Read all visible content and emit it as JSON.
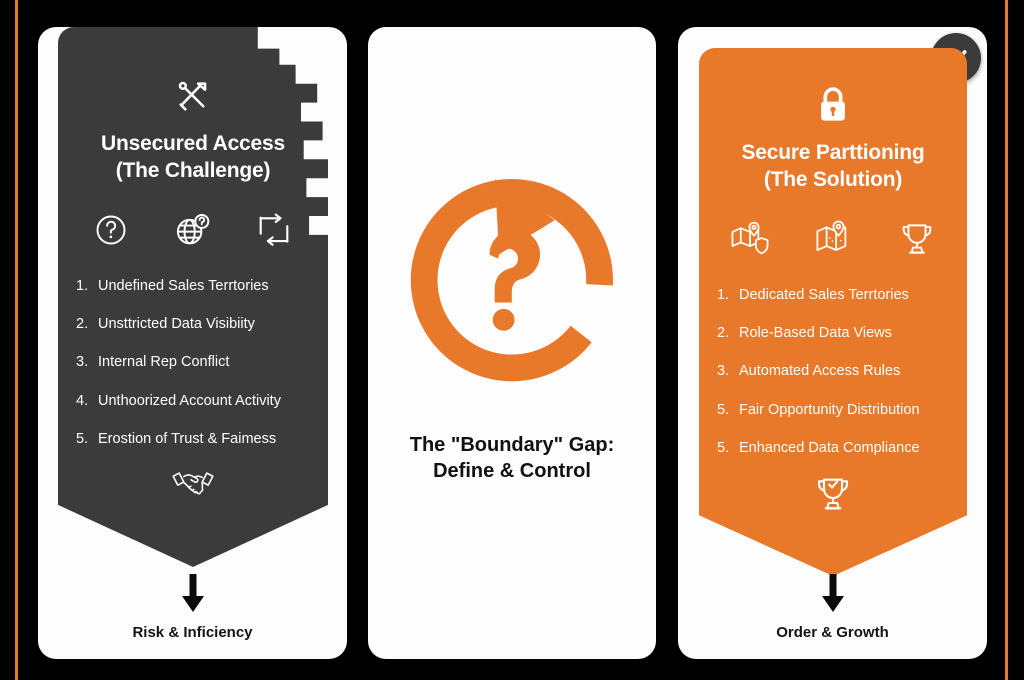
{
  "theme": {
    "background": "#000000",
    "accent_orange": "#E8782A",
    "dark_panel": "#3B3B3B",
    "card_white": "#FDFDFD",
    "text_dark": "#141414"
  },
  "frame": {
    "left_rule": "vertical-orange-rule",
    "right_rule": "vertical-orange-rule"
  },
  "challenge_card": {
    "top_icon": "crossed-tools-icon",
    "title_line1": "Unsecured Access",
    "title_line2": "(The Challenge)",
    "icons": [
      "question-circle-icon",
      "globe-question-icon",
      "arrows-exchange-icon"
    ],
    "items": [
      {
        "num": "1.",
        "text": "Undefined Sales Terrtories"
      },
      {
        "num": "2.",
        "text": "Unsttricted Data Visibiity"
      },
      {
        "num": "3.",
        "text": "Internal Rep Conflict"
      },
      {
        "num": "4.",
        "text": "Unthoorized Account Activity"
      },
      {
        "num": "5.",
        "text": "Erostion of Trust & Faimess"
      }
    ],
    "bottom_icon": "handshake-icon",
    "arrow_icon": "down-arrow-icon",
    "outcome": "Risk & Inficiency"
  },
  "gap_card": {
    "icon": "circular-arrow-question-icon",
    "caption_line1": "The \"Boundary\" Gap:",
    "caption_line2": "Define & Control"
  },
  "solution_card": {
    "badge_icon": "check-badge-icon",
    "top_icon": "lock-icon",
    "title_line1": "Secure Parttioning",
    "title_line2": "(The Solution)",
    "icons": [
      "map-shield-icon",
      "map-pin-icon",
      "trophy-icon"
    ],
    "items": [
      {
        "num": "1.",
        "text": "Dedicated Sales Terrtories"
      },
      {
        "num": "2.",
        "text": "Role-Based Data Views"
      },
      {
        "num": "3.",
        "text": "Automated Access Rules"
      },
      {
        "num": "5.",
        "text": "Fair Opportunity Distribution"
      },
      {
        "num": "5.",
        "text": "Enhanced Data Compliance"
      }
    ],
    "bottom_icon": "trophy-check-icon",
    "arrow_icon": "down-arrow-icon",
    "outcome": "Order & Growth"
  }
}
